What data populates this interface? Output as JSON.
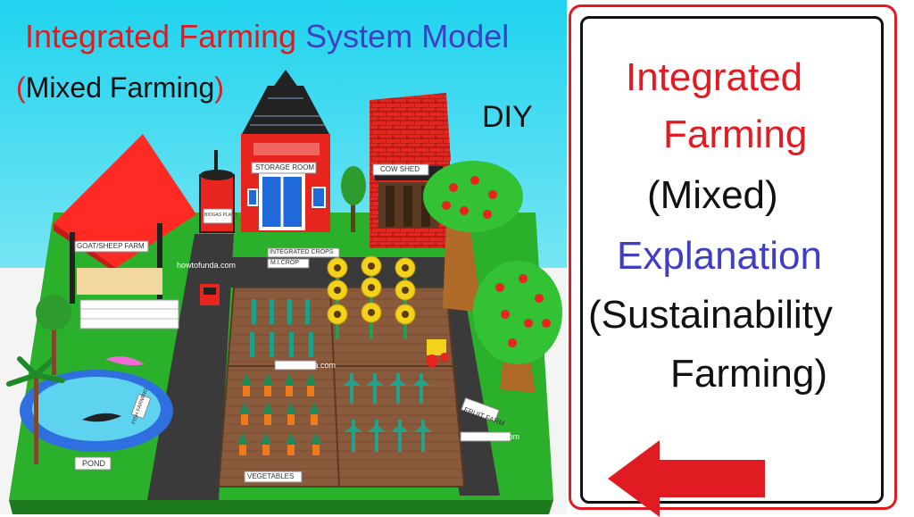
{
  "thumbnail": {
    "title_line_1": {
      "part_red": "Integrated Farming",
      "part_blue": "System Model"
    },
    "title_line_2": {
      "open": "(",
      "text": "Mixed Farming",
      "close": ")"
    },
    "diy_label": "DIY",
    "model_labels": {
      "storage_room": "STORAGE ROOM",
      "biogas_plant": "BIOGAS PLANT",
      "cow_shed": "COW SHED",
      "sheep_farm": "GOAT/SHEEP FARM",
      "watermark_1": "howtofunda.com",
      "watermark_2": "howtofunda.com",
      "watermark_3": "howtofunda.com",
      "mixed_crop": "M.I.CROP",
      "integrated_crop": "INTEGRATED CROPS",
      "fish_farming": "FISH FARMING",
      "pond": "POND",
      "vegetables": "VEGETABLES",
      "fruit_farm": "FRUIT FARM"
    },
    "colors": {
      "red": "#e11b22",
      "blue": "#3f3fc4",
      "black": "#111111",
      "sky": "#1bd2ee",
      "grass": "#2aa52a"
    }
  },
  "sign": {
    "lines": [
      {
        "text": "Integrated",
        "color": "#e11b22"
      },
      {
        "text": "Farming",
        "color": "#e11b22"
      },
      {
        "text": "(Mixed)",
        "color": "#111111"
      },
      {
        "text": "Explanation",
        "color": "#3f3fc4"
      },
      {
        "text": "(Sustainability",
        "color": "#111111"
      },
      {
        "text": "Farming)",
        "color": "#111111"
      }
    ],
    "arrow_icon": "left-arrow-icon",
    "arrow_color": "#e11b22"
  }
}
